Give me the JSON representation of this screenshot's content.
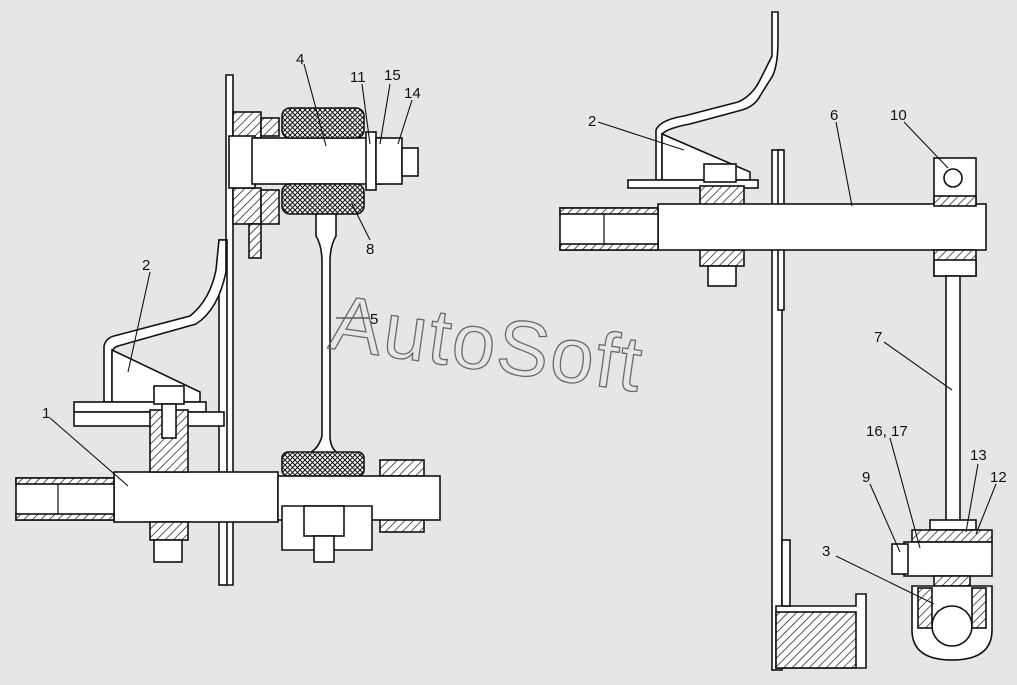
{
  "watermark": "AutoSoft",
  "callouts": [
    {
      "id": "c1",
      "text": "1"
    },
    {
      "id": "c2a",
      "text": "2"
    },
    {
      "id": "c4",
      "text": "4"
    },
    {
      "id": "c11",
      "text": "11"
    },
    {
      "id": "c15",
      "text": "15"
    },
    {
      "id": "c14",
      "text": "14"
    },
    {
      "id": "c8",
      "text": "8"
    },
    {
      "id": "c5",
      "text": "5"
    },
    {
      "id": "c2b",
      "text": "2"
    },
    {
      "id": "c6",
      "text": "6"
    },
    {
      "id": "c10",
      "text": "10"
    },
    {
      "id": "c7",
      "text": "7"
    },
    {
      "id": "c1617",
      "text": "16, 17"
    },
    {
      "id": "c9",
      "text": "9"
    },
    {
      "id": "c13",
      "text": "13"
    },
    {
      "id": "c12",
      "text": "12"
    },
    {
      "id": "c3",
      "text": "3"
    }
  ]
}
